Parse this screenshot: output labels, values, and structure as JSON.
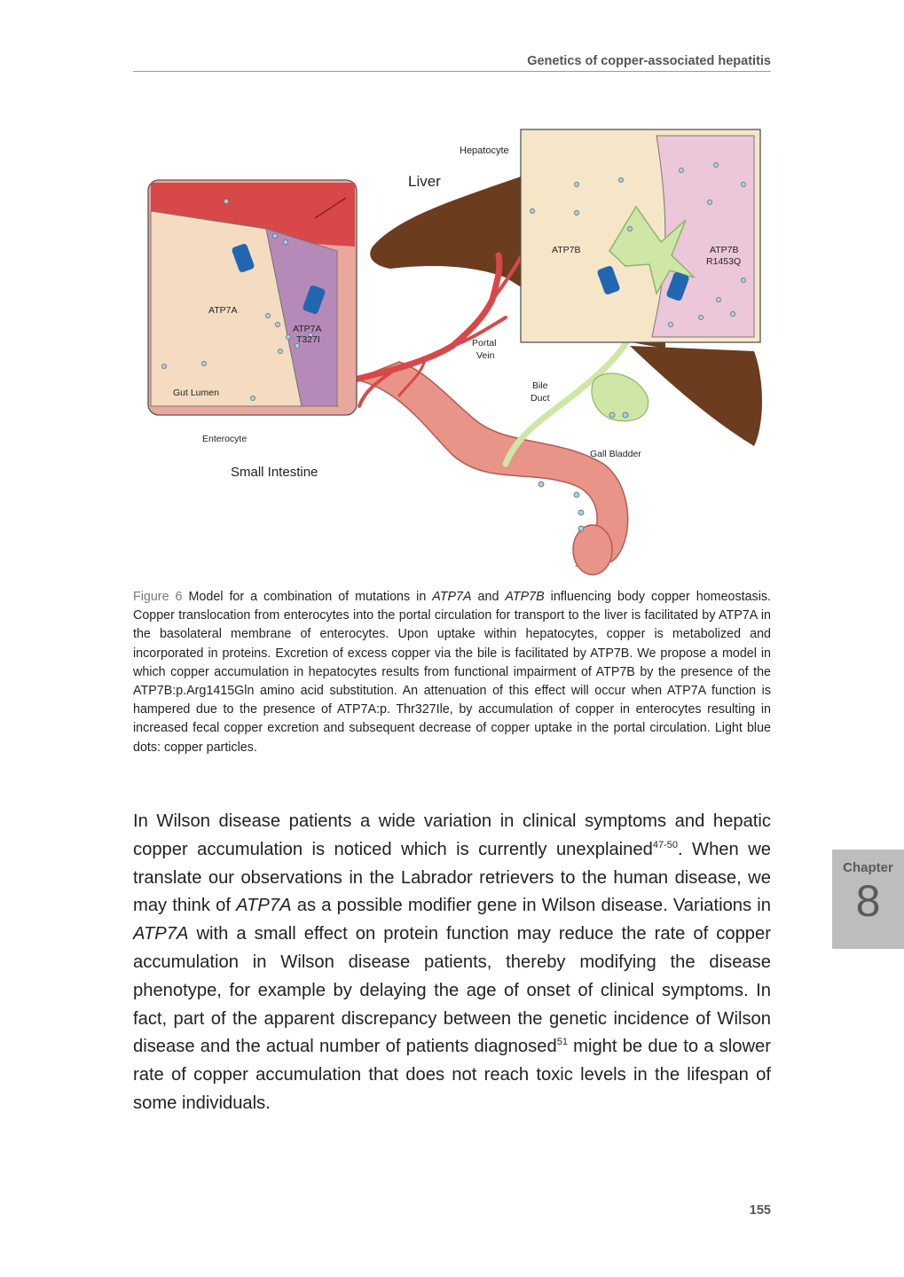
{
  "header": {
    "running_title": "Genetics of copper-associated hepatitis"
  },
  "figure": {
    "labels": {
      "hepatocyte": "Hepatocyte",
      "liver": "Liver",
      "atp7b_left": "ATP7B",
      "atp7b_right_1": "ATP7B",
      "atp7b_right_2": "R1453Q",
      "atp7a": "ATP7A",
      "atp7a_mut_1": "ATP7A",
      "atp7a_mut_2": "T327I",
      "portal_1": "Portal",
      "portal_2": "Vein",
      "gut_lumen": "Gut Lumen",
      "bile_1": "Bile",
      "bile_2": "Duct",
      "enterocyte": "Enterocyte",
      "gall_bladder": "Gall Bladder",
      "small_intestine": "Small Intestine"
    },
    "colors": {
      "liver": "#6b3c1e",
      "blood": "#d94848",
      "intestine": "#e89488",
      "enterocyte": "#f5dcc0",
      "mutant_enterocyte": "#b58ab8",
      "hepatocyte": "#f6e6c8",
      "mutant_hepatocyte": "#ecc7d9",
      "bile": "#cfe7a6",
      "transporter": "#2166b0",
      "copper_dot": "#9fd3e8"
    }
  },
  "caption": {
    "label": "Figure 6",
    "t1": " Model for a combination of mutations in ",
    "gene_a": "ATP7A",
    "t2": " and ",
    "gene_b": "ATP7B",
    "t3": " influencing body copper homeostasis. Copper translocation from enterocytes into the portal circulation for transport to the liver is facilitated by ATP7A in the basolateral membrane of enterocytes. Upon uptake within hepatocytes, copper is metabolized and incorporated in proteins. Excretion of excess copper via the bile is facilitated by ATP7B. We propose a model in which copper accumulation in hepatocytes results from functional impairment of ATP7B by the presence of the ATP7B:p.Arg1415Gln amino acid substitution. An attenuation of this effect will occur when ATP7A function is hampered due to the presence of ATP7A:p. Thr327Ile, by accumulation of copper in enterocytes resulting in increased fecal copper excretion and subsequent decrease of copper uptake in the portal circulation. Light blue dots: copper particles."
  },
  "body": {
    "p1": "In Wilson disease patients a wide variation in clinical symptoms and hepatic copper accumulation is noticed which is currently unexplained",
    "ref1": "47-50",
    "p2": ". When we translate our observations in the Labrador retrievers to the human disease, we may think of ",
    "gene1": "ATP7A",
    "p3": " as a possible modifier gene in Wilson disease. Variations in ",
    "gene2": "ATP7A",
    "p4": " with a small effect on protein function may reduce the rate of copper accumulation in Wilson disease patients, thereby modifying the disease phenotype, for example by delaying the age of onset of clinical symptoms. In fact, part of the apparent discrepancy between the genetic incidence of Wilson disease and the actual number of patients diagnosed",
    "ref2": "51",
    "p5": " might be due to a slower rate of copper accumulation that does not reach toxic levels in the lifespan of some individuals."
  },
  "chapter_tab": {
    "label": "Chapter",
    "number": "8"
  },
  "page_number": "155"
}
